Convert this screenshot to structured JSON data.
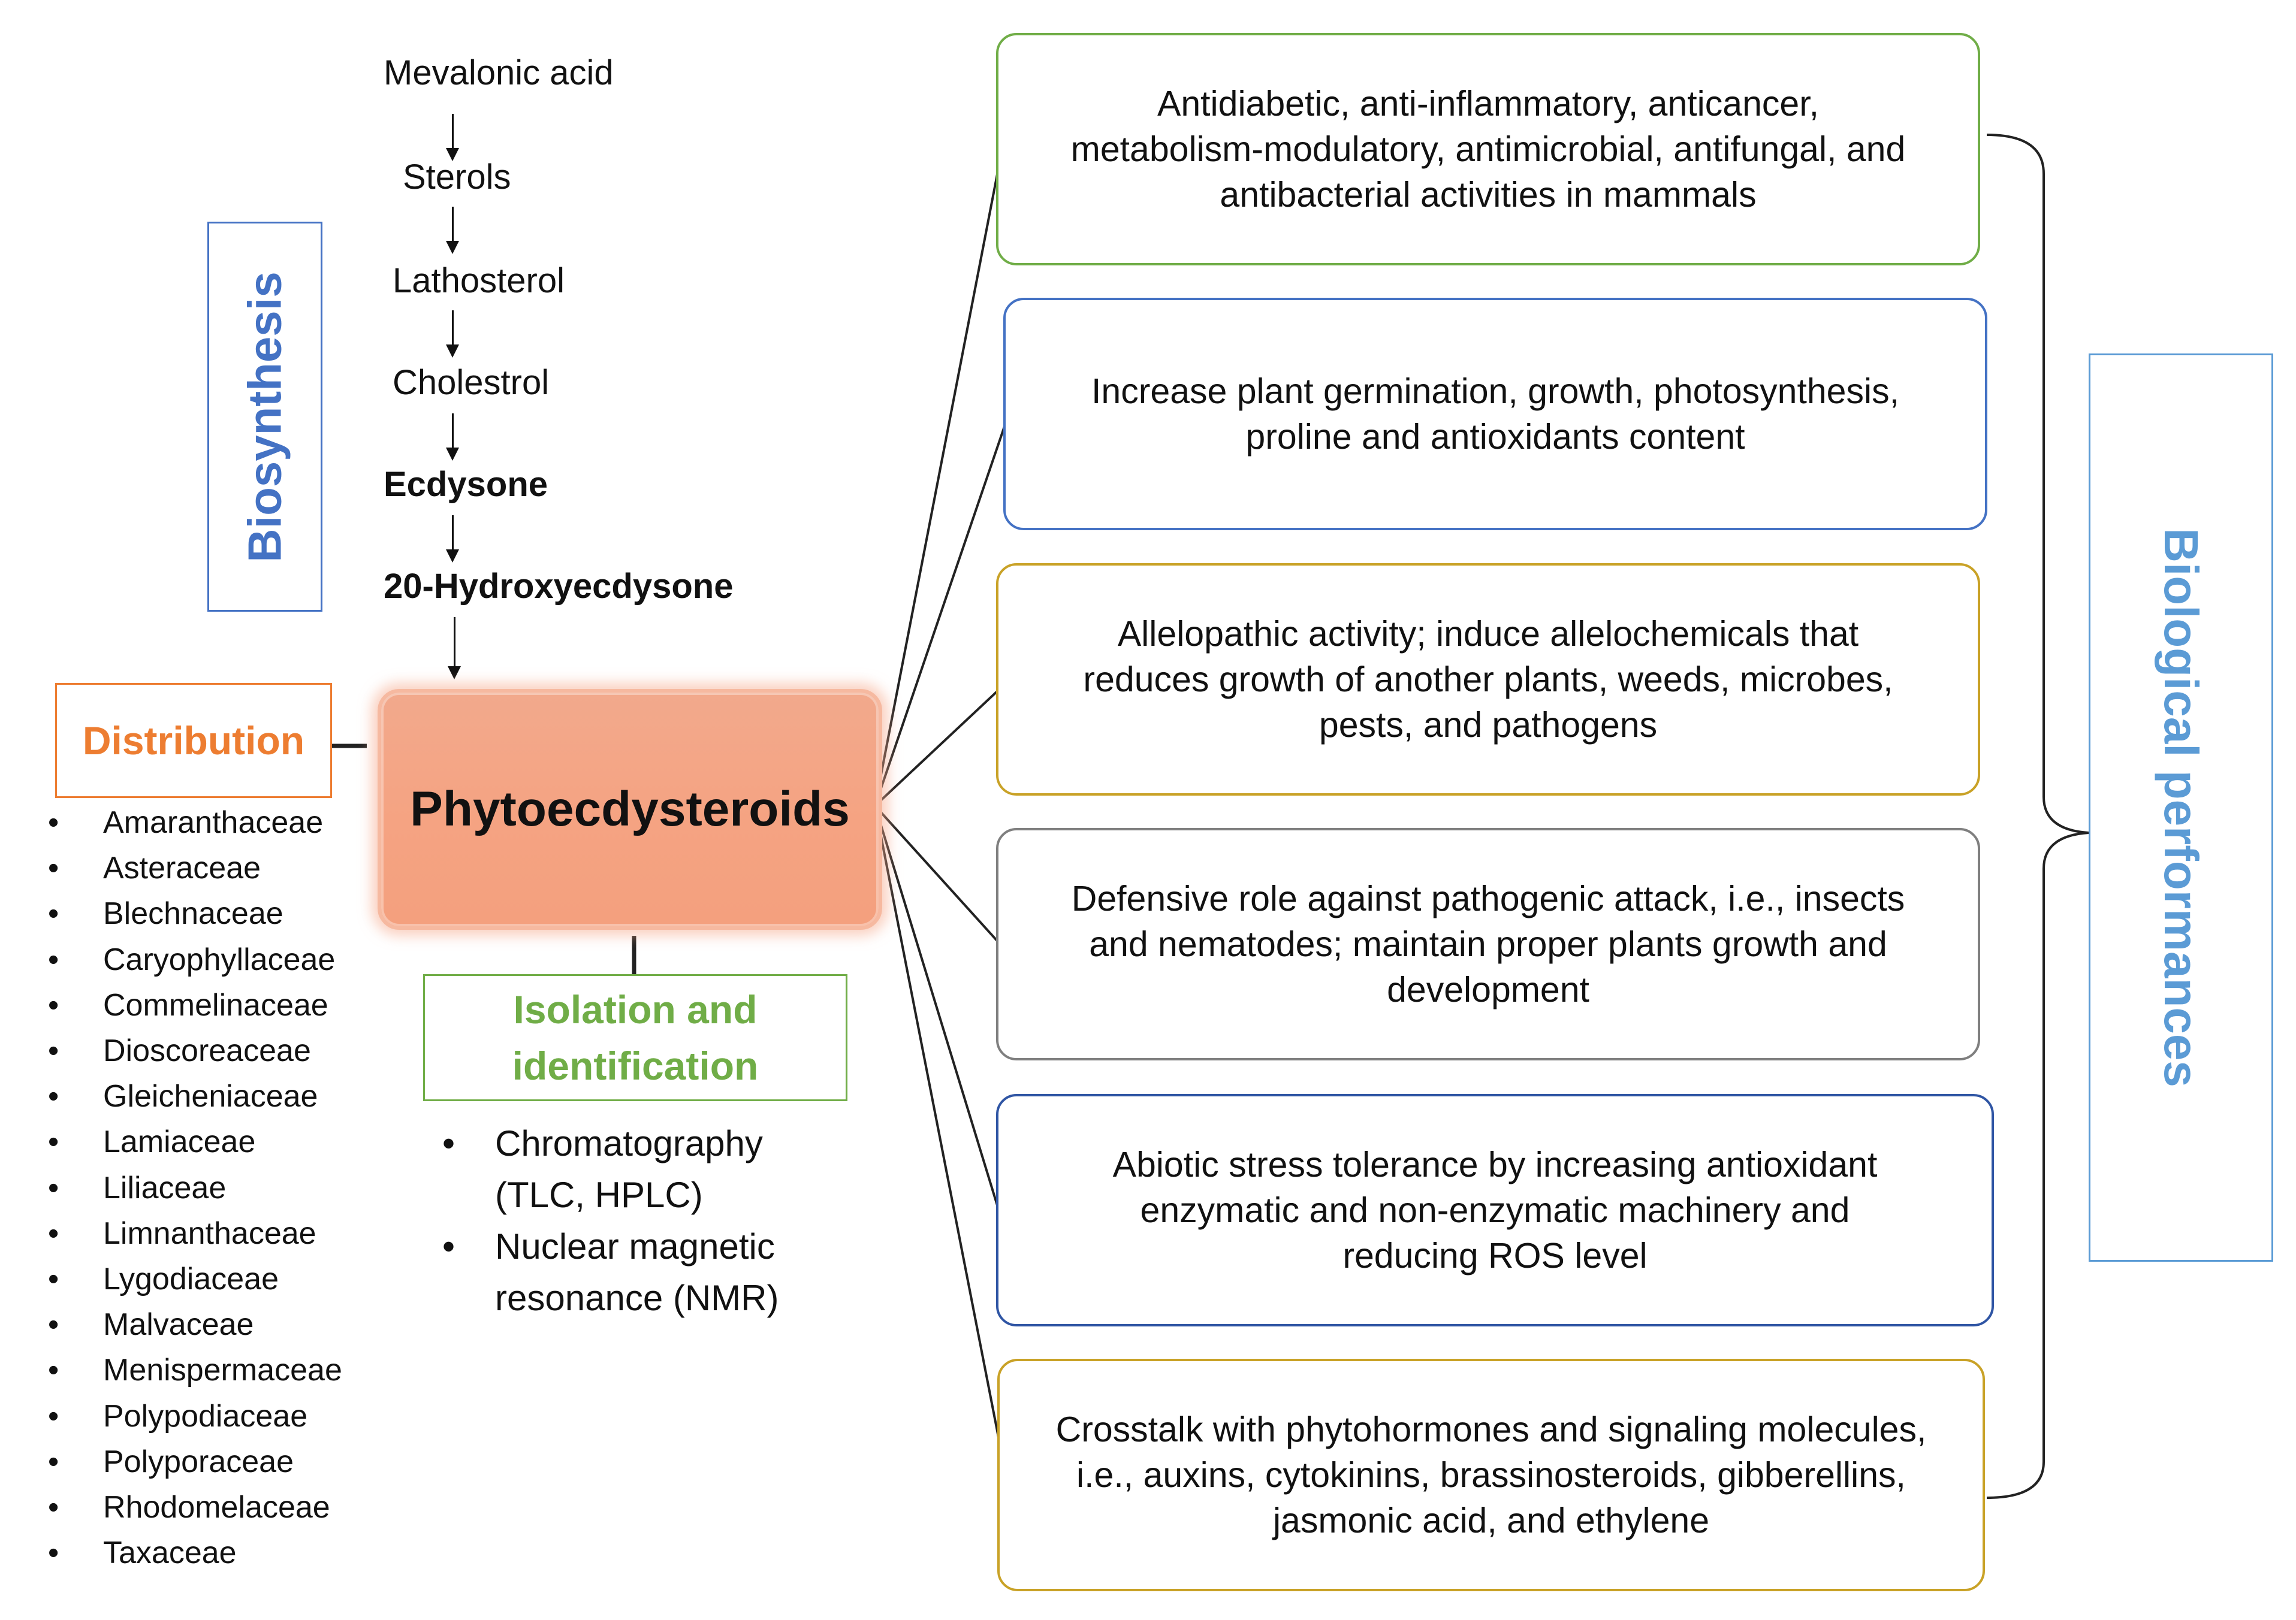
{
  "pathway": {
    "steps": [
      "Mevalonic acid",
      "Sterols",
      "Lathosterol",
      "Cholestrol",
      "Ecdysone",
      "20-Hydroxyecdysone"
    ]
  },
  "labels": {
    "biosynthesis": "Biosynthesis",
    "distribution": "Distribution",
    "isolation_line1": "Isolation and",
    "isolation_line2": "identification",
    "central": "Phytoecdysteroids",
    "biological_performances": "Biological performances"
  },
  "families": [
    "Amaranthaceae",
    "Asteraceae",
    "Blechnaceae",
    "Caryophyllaceae",
    "Commelinaceae",
    "Dioscoreaceae",
    "Gleicheniaceae",
    "Lamiaceae",
    "Liliaceae",
    "Limnanthaceae",
    "Lygodiaceae",
    "Malvaceae",
    "Menispermaceae",
    "Polypodiaceae",
    "Polyporaceae",
    "Rhodomelaceae",
    "Taxaceae"
  ],
  "methods": [
    {
      "line1": "Chromatography",
      "line2": "(TLC, HPLC)"
    },
    {
      "line1": "Nuclear magnetic",
      "line2": "resonance (NMR)"
    }
  ],
  "performances": [
    {
      "lines": [
        "Antidiabetic, anti-inflammatory, anticancer,",
        "metabolism-modulatory, antimicrobial, antifungal, and",
        "antibacterial activities in mammals"
      ],
      "color": "#70ad47"
    },
    {
      "lines": [
        "Increase plant germination, growth, photosynthesis,",
        "proline and antioxidants content"
      ],
      "color": "#4472c4"
    },
    {
      "lines": [
        "Allelopathic activity; induce allelochemicals that",
        "reduces growth of another plants, weeds, microbes,",
        "pests, and pathogens"
      ],
      "color": "#c9a227"
    },
    {
      "lines": [
        "Defensive role against pathogenic attack, i.e., insects",
        "and nematodes; maintain proper plants growth and",
        "development"
      ],
      "color": "#7f7f7f"
    },
    {
      "lines": [
        "Abiotic stress tolerance by increasing antioxidant",
        "enzymatic and non-enzymatic machinery and",
        "reducing ROS level"
      ],
      "color": "#2f55a4"
    },
    {
      "lines": [
        "Crosstalk with phytohormones and signaling molecules,",
        "i.e., auxins, cytokinins, brassinosteroids, gibberellins,",
        "jasmonic acid, and ethylene"
      ],
      "color": "#c9a227"
    }
  ],
  "colors": {
    "biosynthesis_text": "#4472c4",
    "biosynthesis_border": "#4472c4",
    "distribution_text": "#ed7d31",
    "distribution_border": "#ed7d31",
    "isolation_text": "#70ad47",
    "isolation_border": "#70ad47",
    "biological_text": "#5b9bd5",
    "biological_border": "#5b9bd5"
  }
}
